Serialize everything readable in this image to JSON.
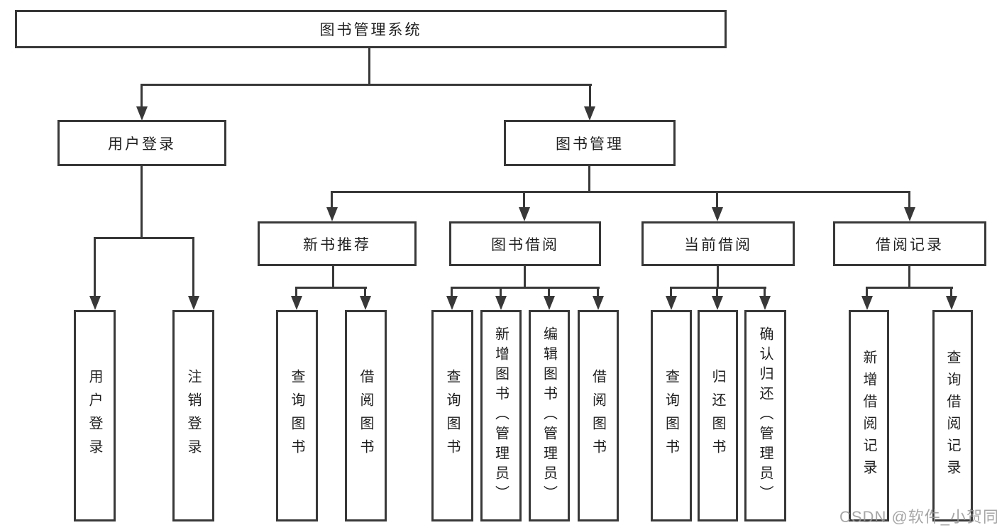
{
  "diagram": {
    "root": {
      "label": "图书管理系统"
    },
    "level2": {
      "user_login": {
        "label": "用户登录"
      },
      "book_management": {
        "label": "图书管理"
      }
    },
    "level3": {
      "new_book_recommend": {
        "label": "新书推荐"
      },
      "book_borrow": {
        "label": "图书借阅"
      },
      "current_borrow": {
        "label": "当前借阅"
      },
      "borrow_records": {
        "label": "借阅记录"
      }
    },
    "leaves": {
      "user_login": [
        "用户登录",
        "注销登录"
      ],
      "new_book_recommend": [
        "查询图书",
        "借阅图书"
      ],
      "book_borrow": [
        "查询图书",
        "新增图书（管理员）",
        "编辑图书（管理员）",
        "借阅图书"
      ],
      "current_borrow": [
        "查询图书",
        "归还图书",
        "确认归还（管理员）"
      ],
      "borrow_records": [
        "新增借阅记录",
        "查询借阅记录"
      ]
    }
  },
  "watermark": "CSDN @软件_小贺同学",
  "colors": {
    "line": "#383838",
    "text": "#1f1f1f",
    "watermark": "#969696",
    "background": "#ffffff"
  }
}
